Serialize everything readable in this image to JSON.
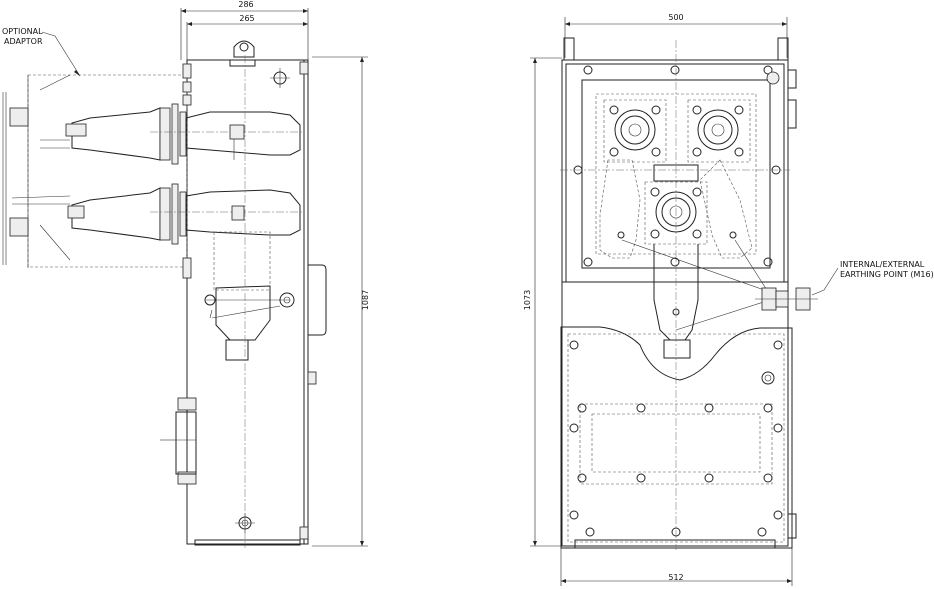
{
  "labels": {
    "optional_line1": "OPTIONAL",
    "optional_line2": "ADAPTOR",
    "earthing_line1": "INTERNAL/EXTERNAL",
    "earthing_line2": "EARTHING POINT (M16)"
  },
  "dimensions": {
    "side_width_outer": "286",
    "side_width_inner": "265",
    "side_height": "1087",
    "front_width_top": "500",
    "front_width_bottom": "512",
    "front_height": "1073"
  }
}
